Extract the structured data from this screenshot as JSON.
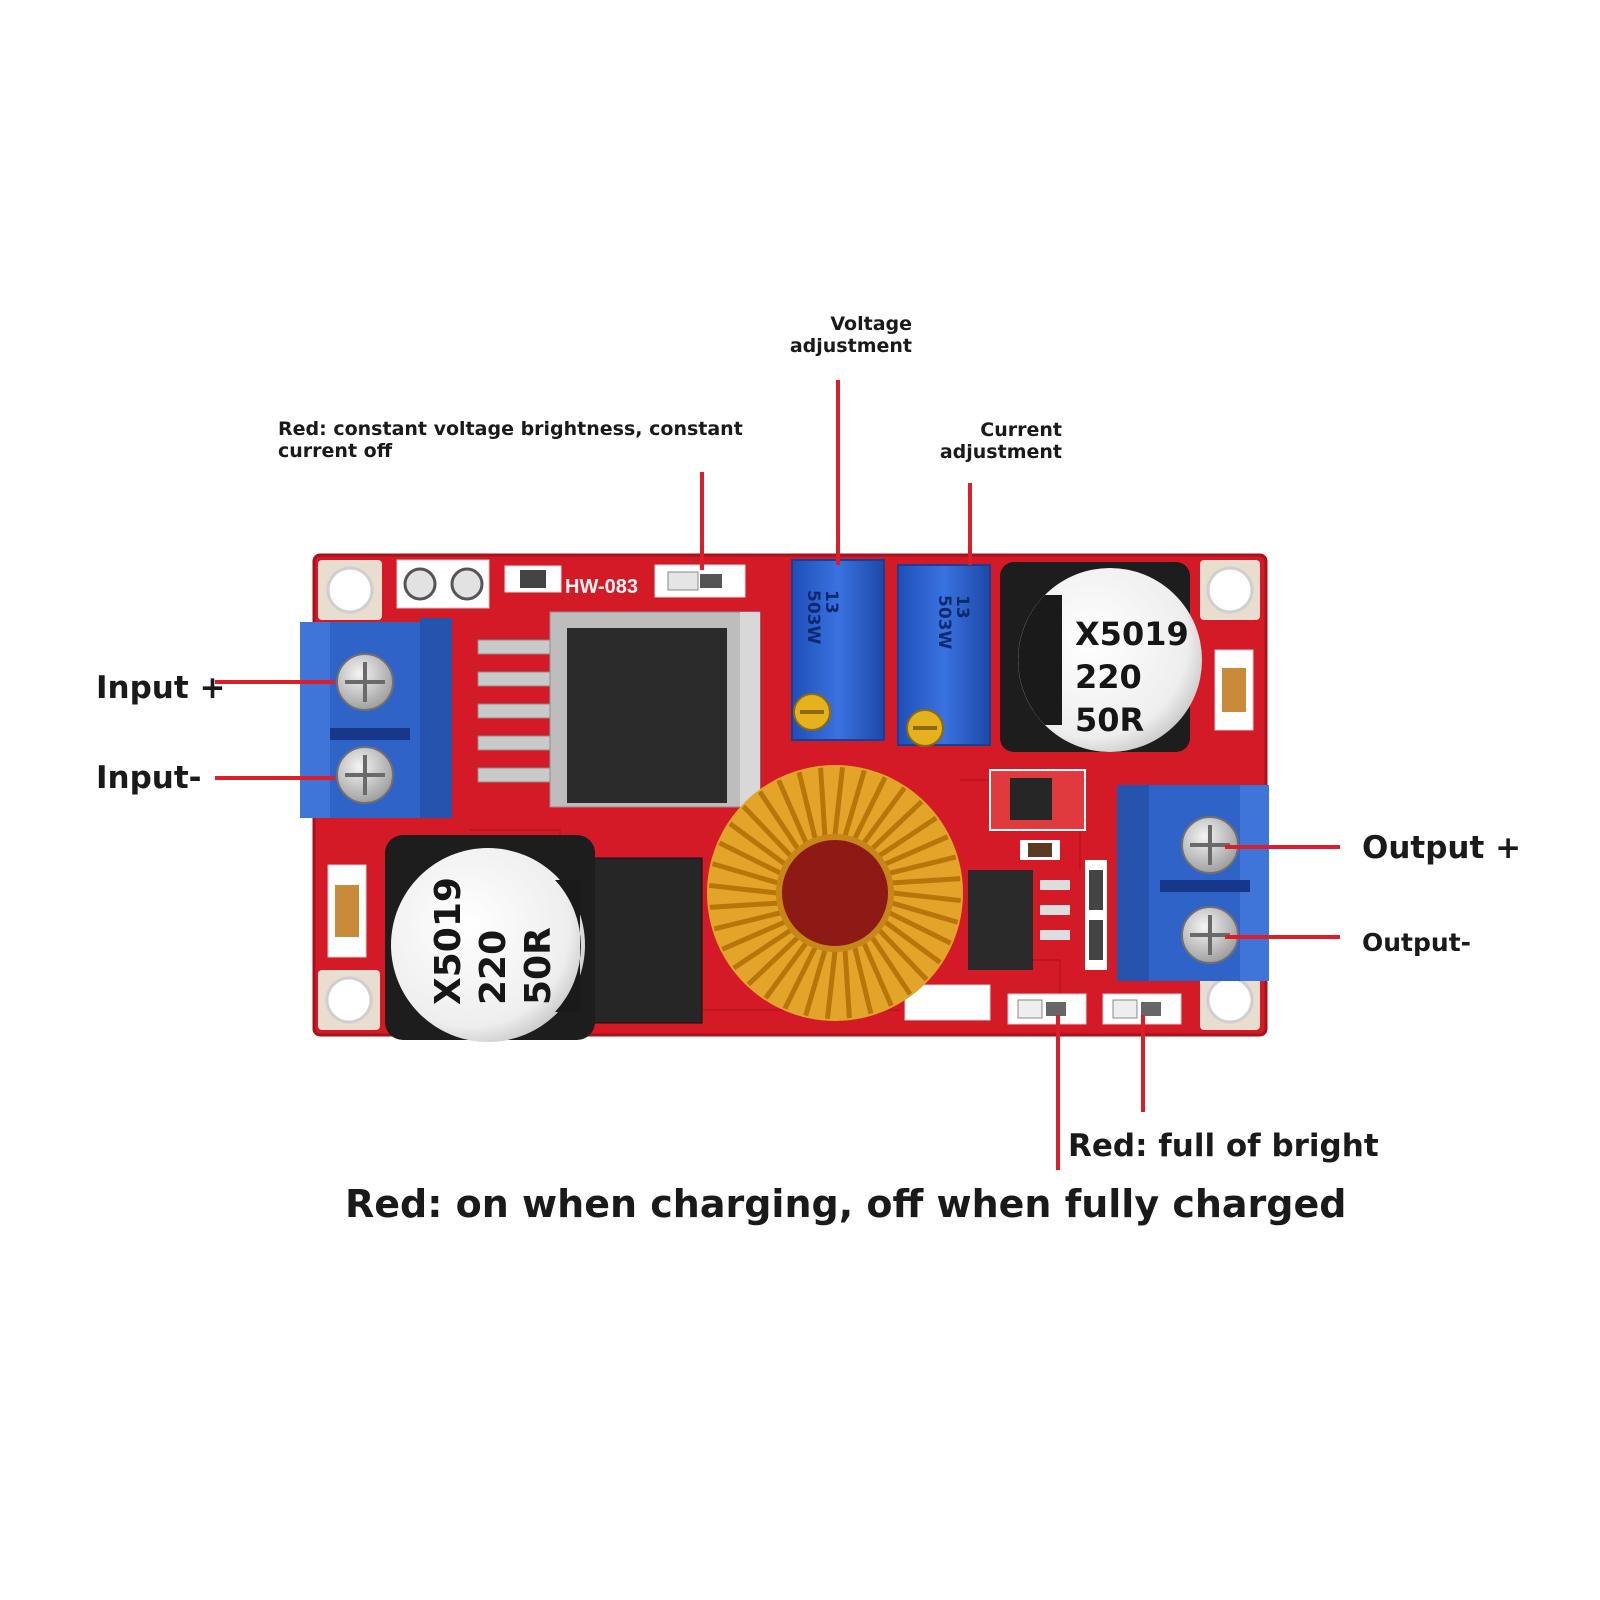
{
  "labels": {
    "voltage_adj": [
      "Voltage",
      "adjustment"
    ],
    "current_adj": [
      "Current",
      "adjustment"
    ],
    "cv_led": [
      "Red: constant voltage brightness, constant",
      "current off"
    ],
    "input_plus": "Input +",
    "input_minus": "Input-",
    "output_plus": "Output +",
    "output_minus": "Output-",
    "full_bright": "Red: full of bright",
    "charging": "Red: on when charging, off when fully charged"
  },
  "board": {
    "model": "HW-083",
    "pot_marking": [
      "13",
      "503W"
    ],
    "capacitor_lines": [
      "X5019",
      "220",
      "50R"
    ]
  },
  "colors": {
    "pcb": "#d41a26",
    "pointer": "#d81f2a",
    "terminal": "#2f63c8",
    "potentiometer": "#2a5fd0",
    "inductor": "#d99a1e"
  }
}
